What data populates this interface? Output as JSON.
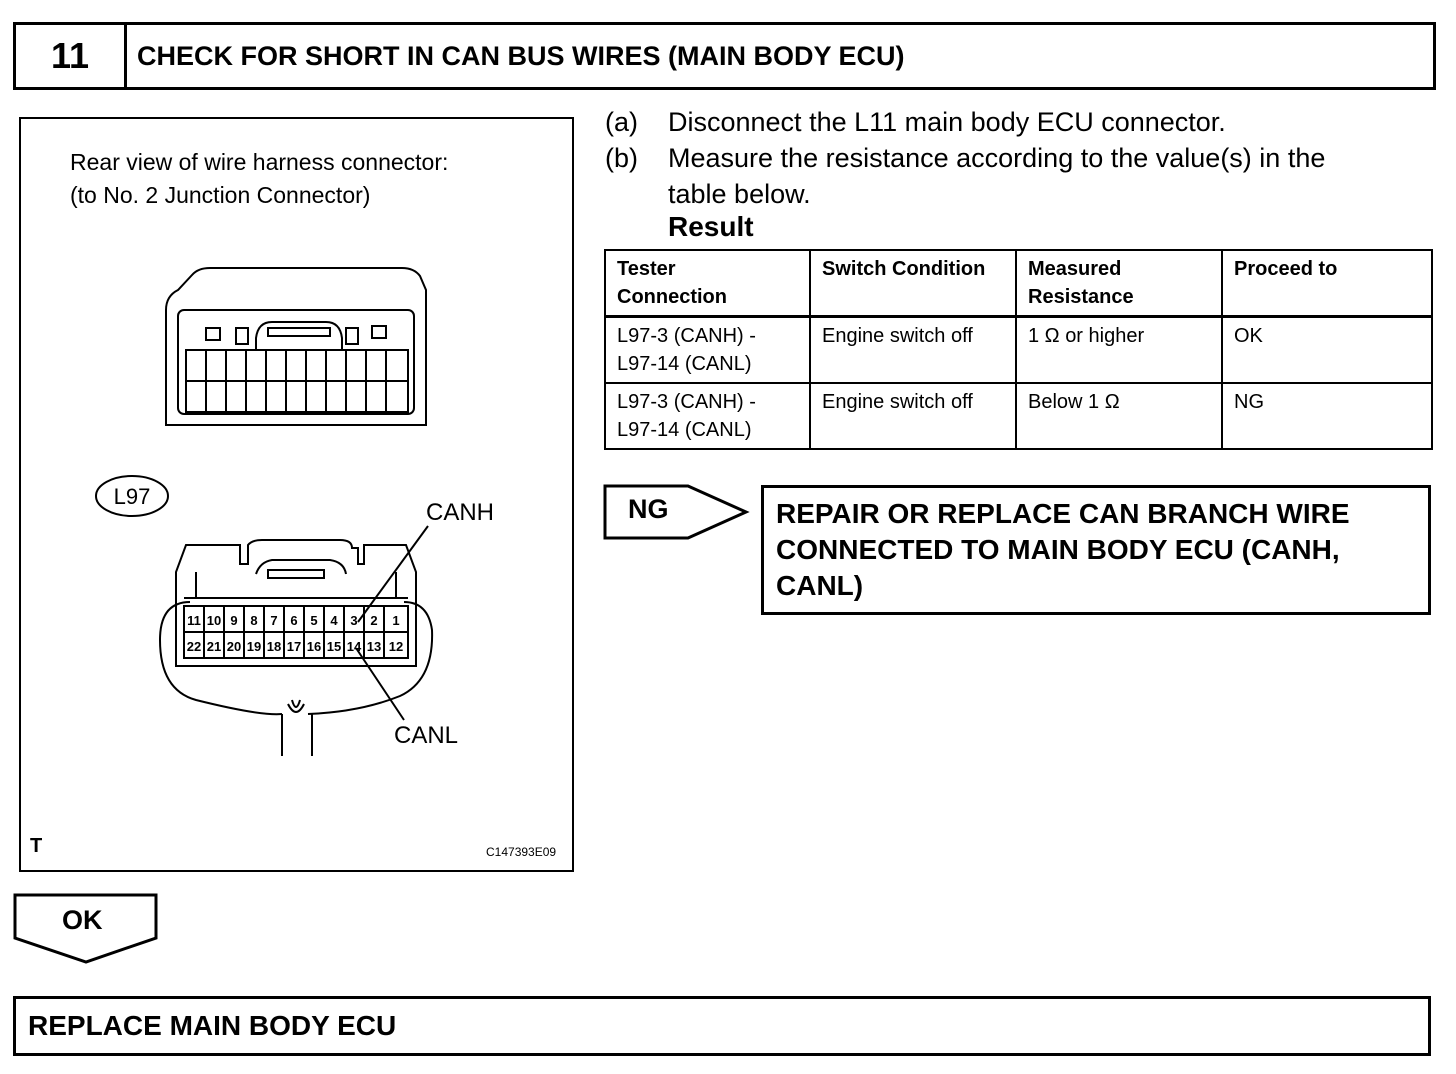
{
  "header": {
    "step_number": "11",
    "title": "CHECK FOR SHORT IN CAN BUS WIRES (MAIN BODY ECU)"
  },
  "figure": {
    "caption_line1": "Rear view of wire harness connector:",
    "caption_line2": "(to No. 2 Junction Connector)",
    "connector_id": "L97",
    "canh_label": "CANH",
    "canl_label": "CANL",
    "pins_top": [
      "11",
      "10",
      "9",
      "8",
      "7",
      "6",
      "5",
      "4",
      "3",
      "2",
      "1"
    ],
    "pins_bottom": [
      "22",
      "21",
      "20",
      "19",
      "18",
      "17",
      "16",
      "15",
      "14",
      "13",
      "12"
    ],
    "corner_letter": "T",
    "figure_code": "C147393E09"
  },
  "instructions": [
    {
      "label": "(a)",
      "text": "Disconnect the L11 main body ECU connector."
    },
    {
      "label": "(b)",
      "text_line1": "Measure the resistance according to the value(s) in the",
      "text_line2": "table below."
    }
  ],
  "result_heading": "Result",
  "table": {
    "headers": [
      {
        "line1": "Tester",
        "line2": "Connection"
      },
      {
        "line1": "Switch Condition",
        "line2": ""
      },
      {
        "line1": "Measured",
        "line2": "Resistance"
      },
      {
        "line1": "Proceed to",
        "line2": ""
      }
    ],
    "rows": [
      {
        "connection_line1": "L97-3 (CANH) -",
        "connection_line2": "L97-14 (CANL)",
        "switch": "Engine switch off",
        "resistance": "1 Ω or higher",
        "proceed": "OK"
      },
      {
        "connection_line1": "L97-3 (CANH) -",
        "connection_line2": "L97-14 (CANL)",
        "switch": "Engine switch off",
        "resistance": "Below 1 Ω",
        "proceed": "NG"
      }
    ]
  },
  "ng_branch": {
    "label": "NG",
    "line1": "REPAIR OR REPLACE CAN BRANCH WIRE",
    "line2": "CONNECTED TO MAIN BODY ECU (CANH,",
    "line3": "CANL)"
  },
  "ok_branch": {
    "label": "OK",
    "result": "REPLACE MAIN BODY ECU"
  }
}
